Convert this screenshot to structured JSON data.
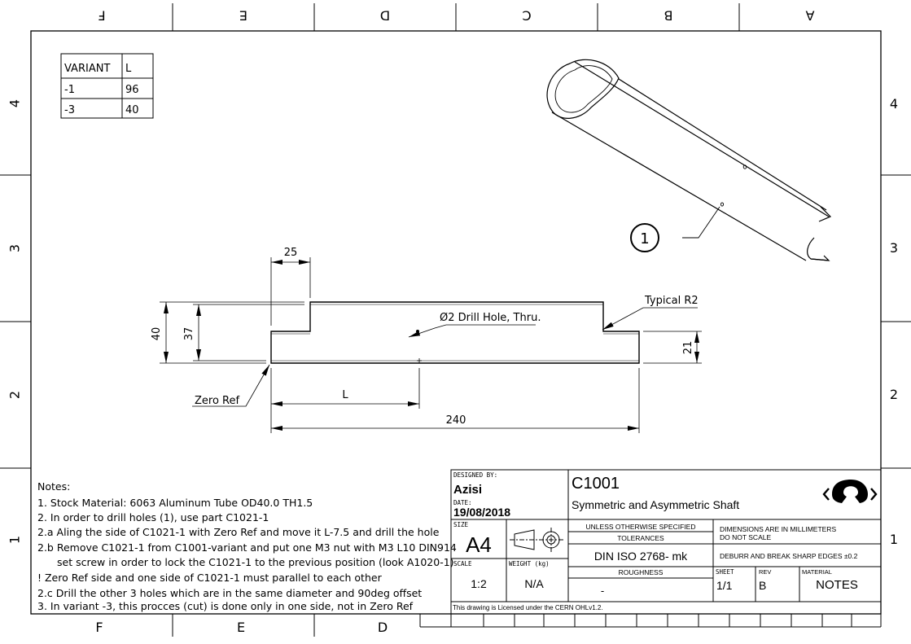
{
  "zones": {
    "top_letters": [
      "F",
      "E",
      "D",
      "C",
      "B",
      "A"
    ],
    "bottom_letters": [
      "F",
      "E",
      "D"
    ],
    "left_numbers": [
      "4",
      "3",
      "2",
      "1"
    ],
    "right_numbers": [
      "4",
      "3",
      "2",
      "1"
    ]
  },
  "variant_table": {
    "headers": [
      "VARIANT",
      "L"
    ],
    "rows": [
      {
        "variant": "-1",
        "l": "96"
      },
      {
        "variant": "-3",
        "l": "40"
      }
    ]
  },
  "balloon": "1",
  "dimensions": {
    "width_25": "25",
    "height_40": "40",
    "height_37": "37",
    "height_21": "21",
    "length_L": "L",
    "length_240": "240"
  },
  "annotations": {
    "drill_hole": "Ø2 Drill Hole, Thru.",
    "typical_radius": "Typical R2",
    "zero_ref": "Zero Ref"
  },
  "notes": {
    "heading": "Notes:",
    "lines": [
      "1. Stock Material: 6063 Aluminum Tube OD40.0 TH1.5",
      "2. In order to drill holes (1), use part C1021-1",
      "2.a Aling the side of C1021-1 with Zero Ref and move it L-7.5 and drill the hole",
      "2.b Remove C1021-1 from C1001-variant and put one M3 nut with M3 L10 DIN914",
      "set screw in order to lock the C1021-1 to the previous position (look A1020-1)",
      "! Zero Ref side and one side of C1021-1 must parallel to each other",
      "2.c Drill the other 3 holes which are in the same diameter and 90deg offset",
      "3. In variant -3, this procces (cut) is done only in one side, not in Zero Ref"
    ]
  },
  "title_block": {
    "designed_by_label": "DESIGNED BY:",
    "designer": "Azisi",
    "date_label": "DATE:",
    "date": "19/08/2018",
    "part_number": "C1001",
    "part_title": "Symmetric and Asymmetric Shaft",
    "size_label": "SIZE",
    "size": "A4",
    "scale_label": "SCALE",
    "scale": "1:2",
    "weight_label": "WEIGHT (kg)",
    "weight": "N/A",
    "unless_specified": "UNLESS OTHERWISE SPECIFIED",
    "tolerances_label": "TOLERANCES",
    "tolerance_standard": "DIN ISO 2768- mk",
    "roughness_label": "ROUGHNESS",
    "roughness": "-",
    "dimensions_note_1": "DIMENSIONS ARE IN MILLIMETERS",
    "dimensions_note_2": "DO NOT SCALE",
    "deburr_note": "DEBURR AND BREAK SHARP EDGES ±0.2",
    "sheet_label": "SHEET",
    "sheet": "1/1",
    "rev_label": "REV",
    "rev": "B",
    "material_label": "MATERIAL",
    "material": "NOTES",
    "license": "This drawing is Licensed under the CERN OHLv1.2."
  }
}
